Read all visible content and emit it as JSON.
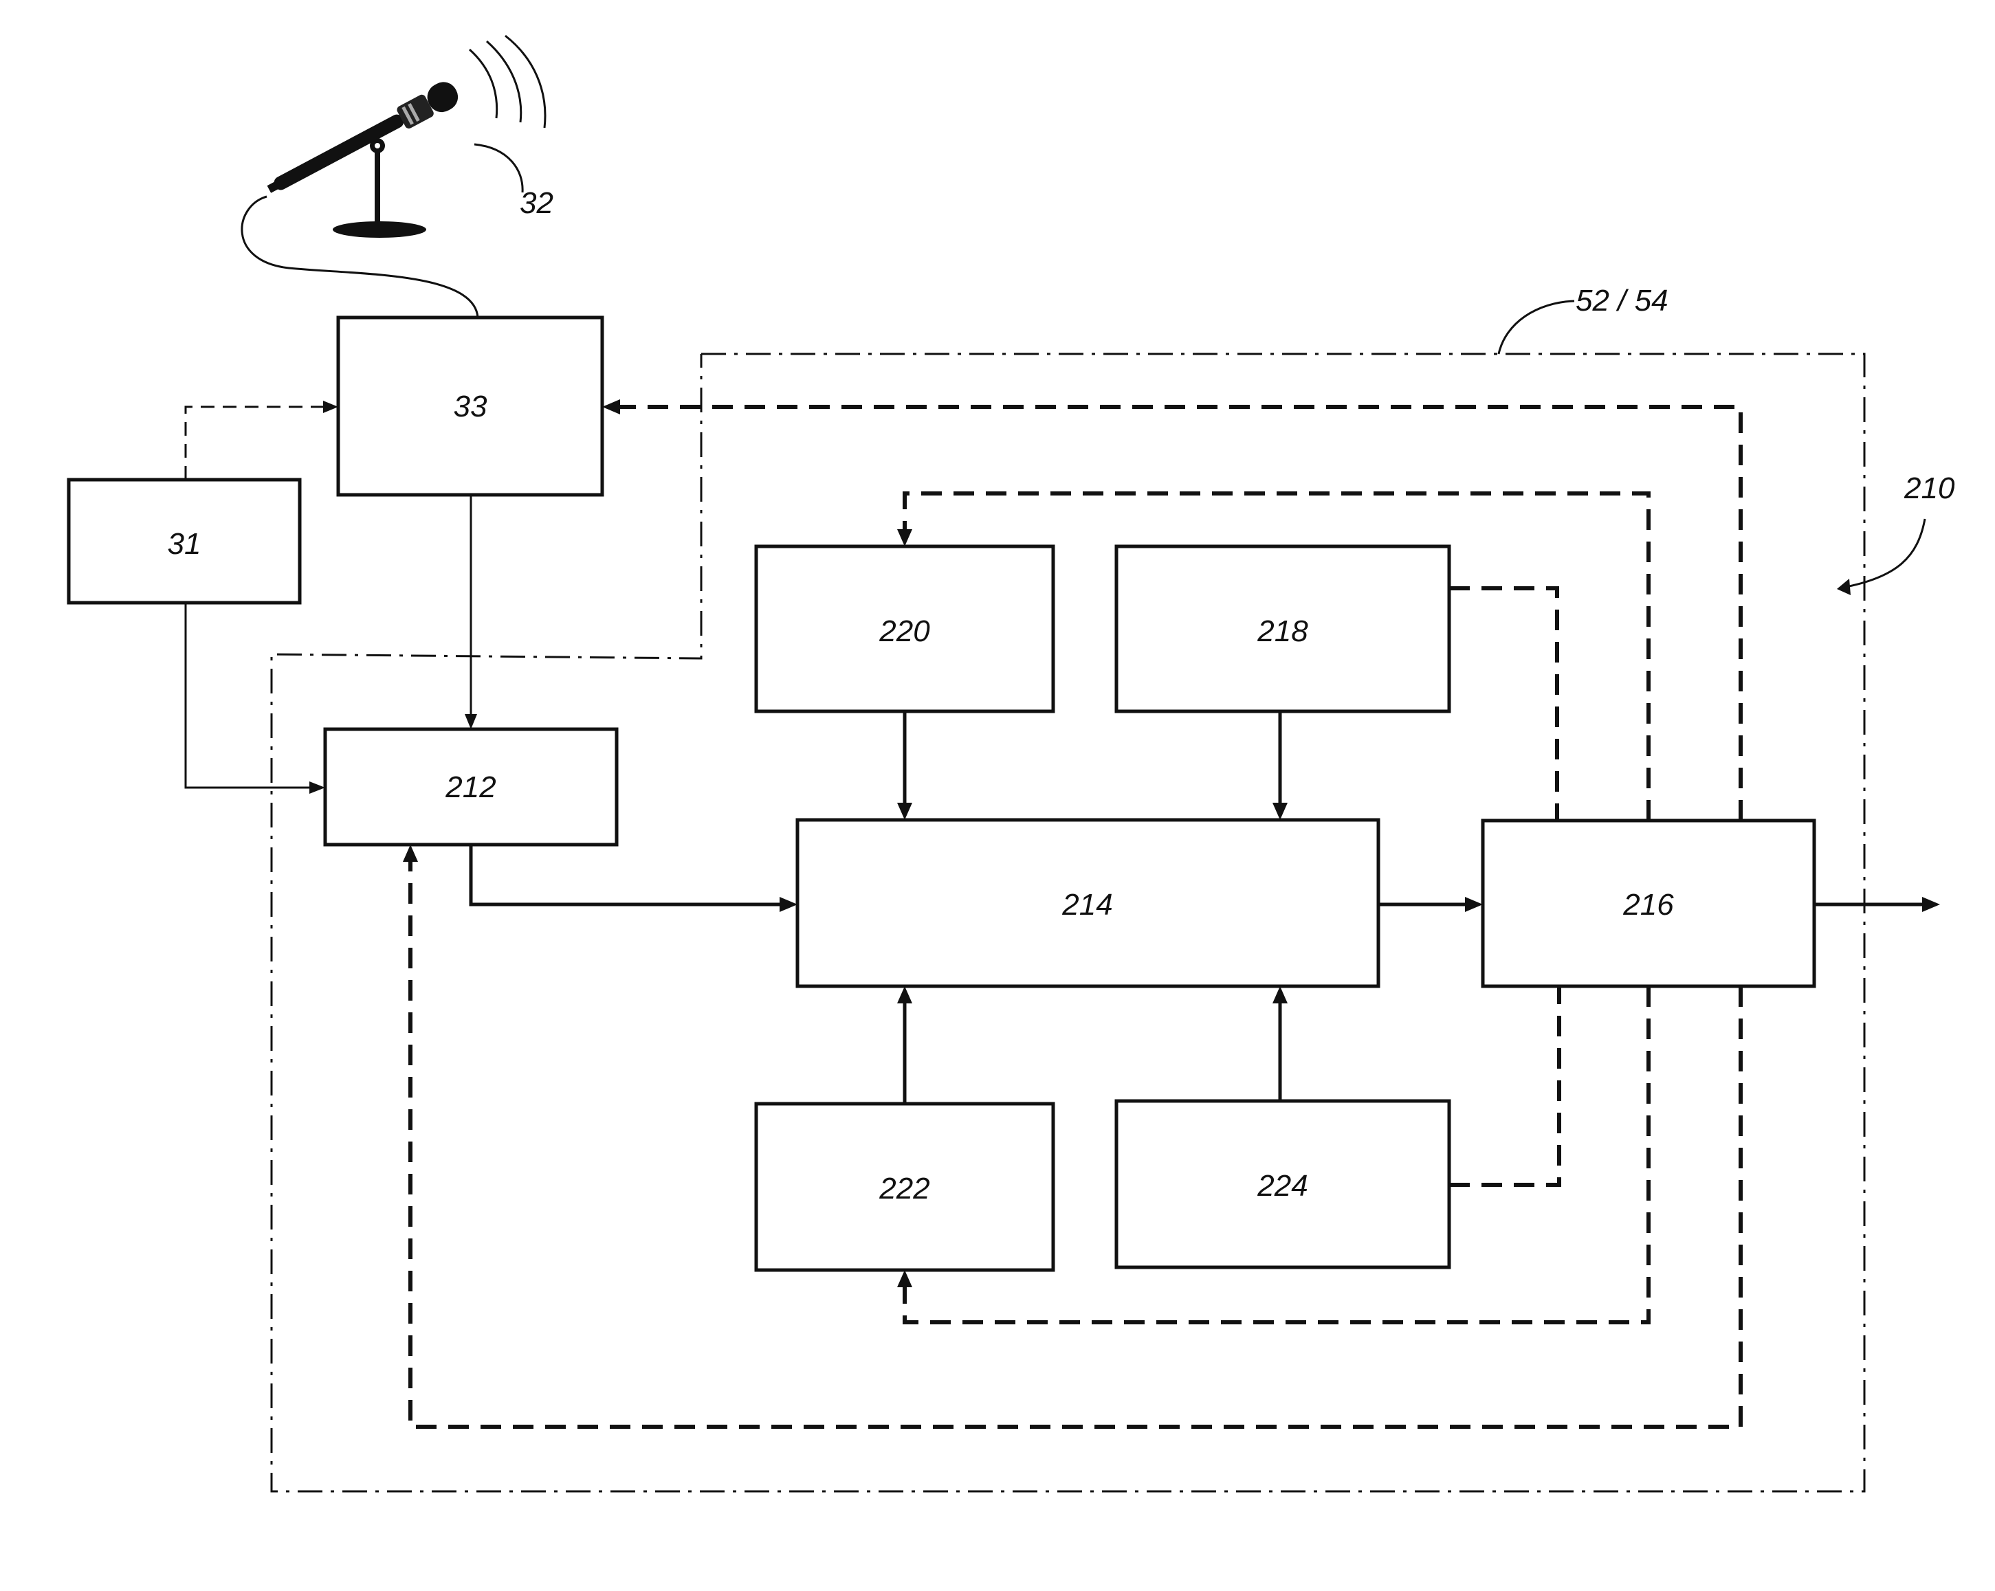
{
  "blocks": {
    "b31": "31",
    "b33": "33",
    "b212": "212",
    "b214": "214",
    "b216": "216",
    "b218": "218",
    "b220": "220",
    "b222": "222",
    "b224": "224"
  },
  "refs": {
    "mic": "32",
    "enclosure": "52 / 54",
    "system": "210"
  },
  "icons": {
    "microphone": "microphone-icon"
  }
}
